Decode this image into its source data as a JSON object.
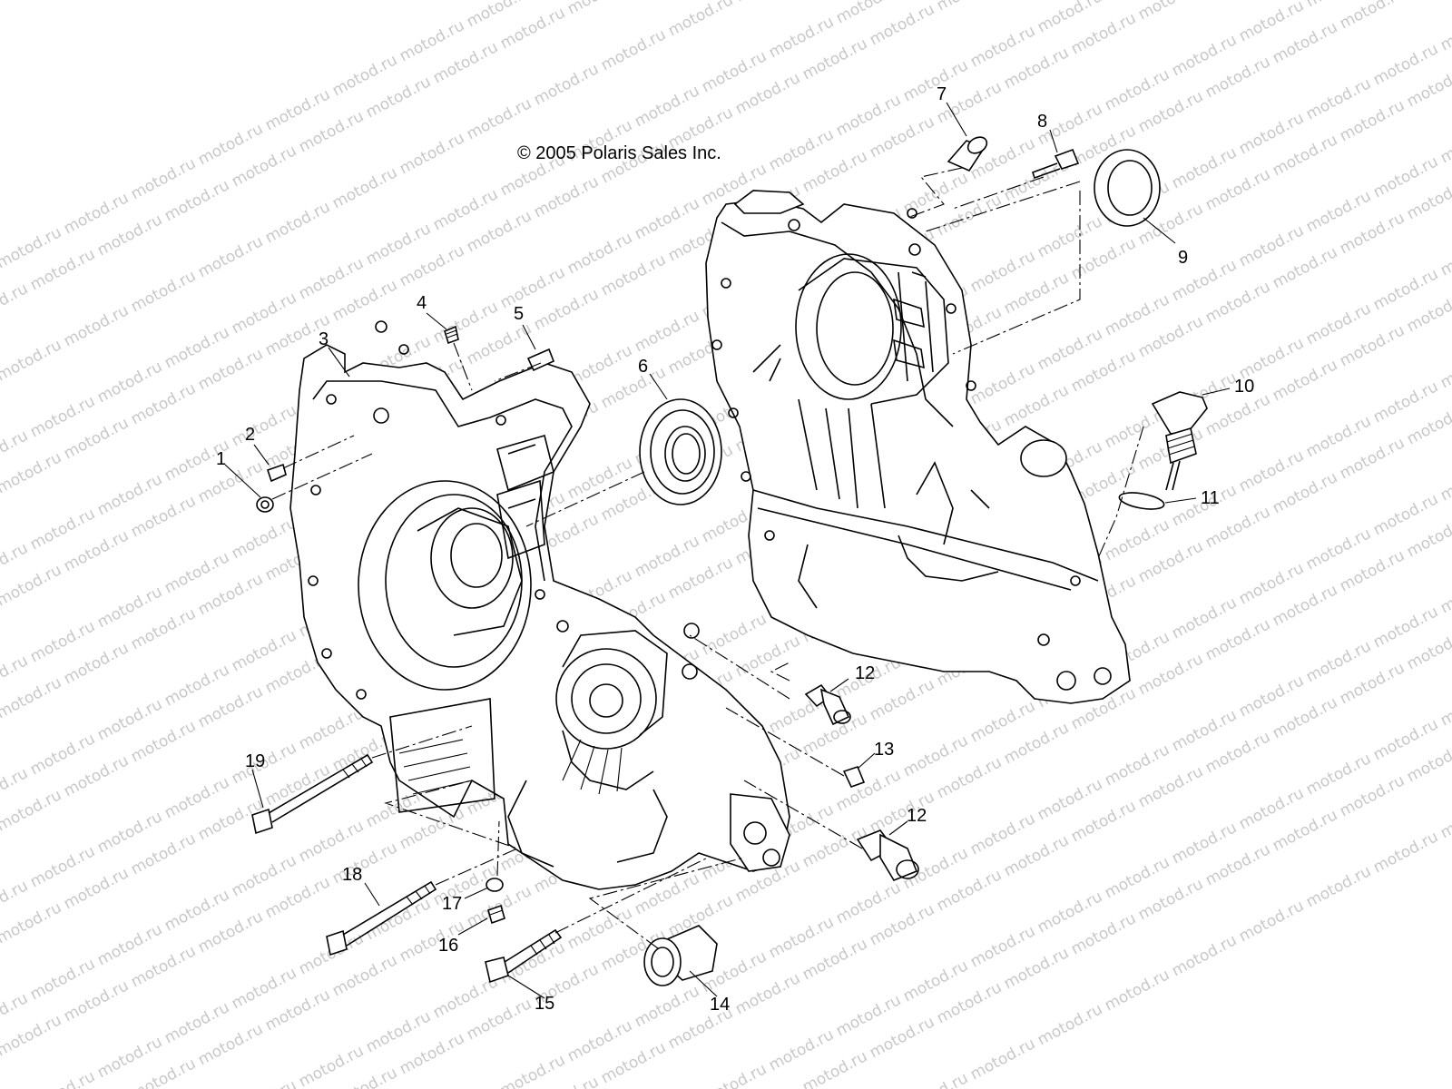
{
  "copyright": "© 2005 Polaris Sales Inc.",
  "watermark": "motod.ru",
  "callouts": {
    "c1": "1",
    "c2": "2",
    "c3": "3",
    "c4": "4",
    "c5": "5",
    "c6": "6",
    "c7": "7",
    "c8": "8",
    "c9": "9",
    "c10": "10",
    "c11": "11",
    "c12a": "12",
    "c12b": "12",
    "c13": "13",
    "c14": "14",
    "c15": "15",
    "c16": "16",
    "c17": "17",
    "c18": "18",
    "c19": "19"
  },
  "colors": {
    "line": "#000000",
    "watermark": "#c8c8c8",
    "background": "#ffffff"
  }
}
